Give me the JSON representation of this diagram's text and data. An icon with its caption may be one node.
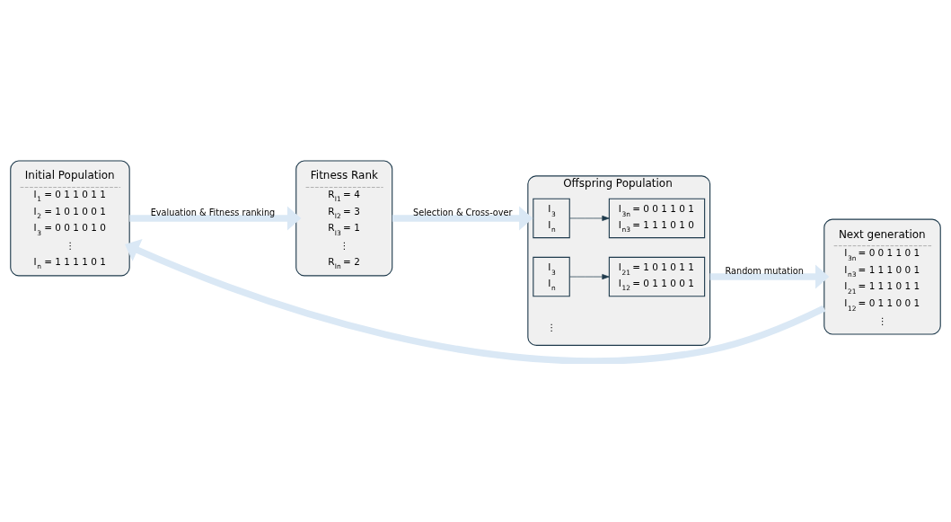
{
  "diagram": {
    "nodes": [
      {
        "text": [
          "Initial Population",
          "I$_{1}$ = 0 1 1 0 1 1",
          "I$_{2}$ = 1 0 1 0 0 1",
          "I$_{3}$ = 0 0 1 0 1 0",
          "⋮",
          "I$_{n}$ = 1 1 1 1 0 1"
        ]
      },
      {
        "text": [
          "Fitness Rank",
          "R$_{I1}$ = 4",
          "R$_{I2}$ = 3",
          "R$_{I3}$ = 1",
          "⋮",
          "R$_{In}$ = 2"
        ]
      },
      {
        "text": [
          "Offspring Population"
        ]
      },
      {
        "text": [
          "I$_{3}$",
          "I$_{n}$"
        ],
        "in": 2
      },
      {
        "text": [
          "I$_{3n}$ = 0 0 1 1 0 1",
          "I$_{n3}$ = 1 1 1 0 1 0"
        ],
        "in": 2
      },
      {
        "text": [
          "I$_{3}$",
          "I$_{n}$"
        ],
        "in": 2
      },
      {
        "text": [
          "I$_{21}$ = 1 0 1 0 1 1",
          "I$_{12}$ = 0 1 1 0 0 1"
        ],
        "in": 2
      },
      {
        "text": [
          "Next generation",
          "I$_{3n}$ = 0 0 1 1 0 1",
          "I$_{n3}$ = 1 1 1 0 0 1",
          "I$_{21}$ = 1 1 1 0 1 1",
          "I$_{12}$ = 0 1 1 0 0 1",
          "⋮"
        ]
      }
    ],
    "edges": [
      {
        "from": 0,
        "to": 1,
        "arrow": "to",
        "label": "Evaluation & Fitness ranking",
        "color": "#dae8f5"
      },
      {
        "from": 1,
        "to": 2,
        "arrow": "to",
        "label": "Selection & Cross-over",
        "color": "#dae8f5"
      },
      {
        "from": 3,
        "to": 4,
        "arrow": "to",
        "color": "#1f3b4d"
      },
      {
        "from": 5,
        "to": 6,
        "arrow": "to",
        "color": "#1f3b4d"
      },
      {
        "from": 2,
        "to": 7,
        "arrow": "to",
        "label": "Random mutation",
        "color": "#dae8f5"
      },
      {
        "from": 7,
        "to": 0,
        "arrow": "to",
        "color": "#dae8f5"
      }
    ],
    "labels": [
      "⋮"
    ]
  }
}
